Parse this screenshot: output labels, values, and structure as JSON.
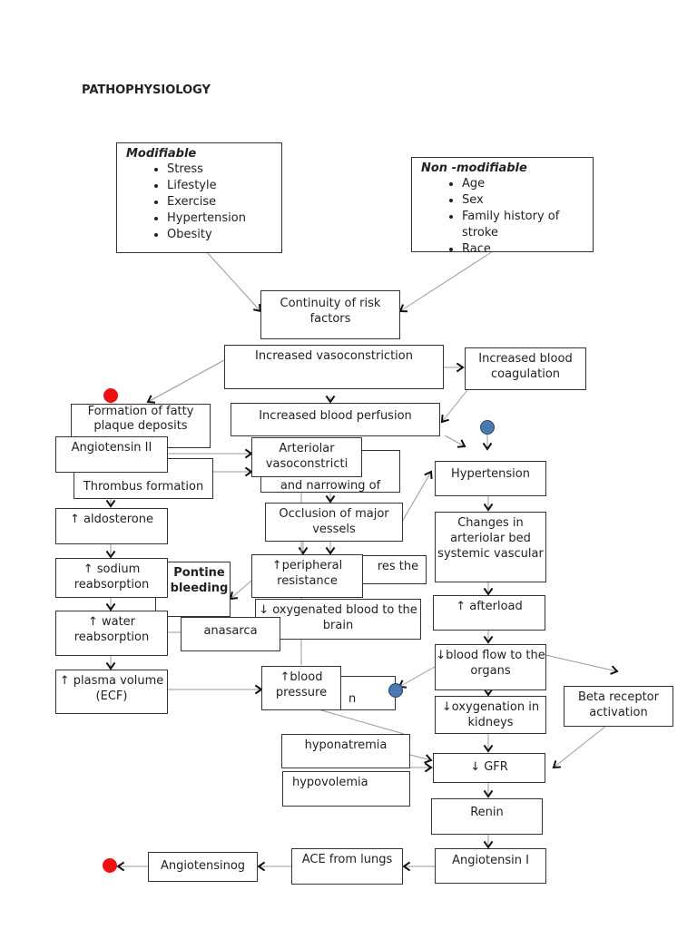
{
  "title": "PATHOPHYSIOLOGY",
  "modifiable": {
    "header": "Modifiable",
    "items": [
      "Stress",
      "Lifestyle",
      "Exercise",
      "Hypertension",
      "Obesity"
    ]
  },
  "non_modifiable": {
    "header": "Non -modifiable",
    "items": [
      "Age",
      "Sex",
      "Family history of stroke",
      "Race"
    ]
  },
  "nodes": {
    "continuity": "Continuity of risk factors",
    "vasoconstriction": "Increased vasoconstriction",
    "coagulation": "Increased blood coagulation",
    "fatty_plaque": "Formation of fatty plaque deposits",
    "perfusion": "Increased blood perfusion",
    "angiotensin2": "Angiotensin II",
    "thrombus": "Thrombus formation",
    "arteriolar": "Arteriolar vasoconstricti",
    "narrowing": "and narrowing of",
    "hypertension": "Hypertension",
    "occlusion": "Occlusion of major vessels",
    "aldosterone": "↑ aldosterone",
    "changes": "Changes in arteriolar bed systemic vascular",
    "sodium": "↑ sodium reabsorption",
    "pontine": "Pontine bleeding",
    "peripheral": "↑peripheral resistance",
    "res_the": "res the",
    "oxygenated": "↓ oxygenated blood to the brain",
    "afterload": "↑ afterload",
    "water": "↑ water reabsorption",
    "anasarca": "anasarca",
    "plasma": "↑ plasma volume (ECF)",
    "blood_flow": "↓blood flow to the organs",
    "blood_pressure": "↑blood pressure",
    "hidden_n": "n",
    "beta": "Beta receptor activation",
    "oxygenation_kidneys": "↓oxygenation in kidneys",
    "hyponatremia": "hyponatremia",
    "hypovolemia": "hypovolemia",
    "gfr": "↓ GFR",
    "renin": "Renin",
    "angiotensinogen": "Angiotensinog",
    "ace": "ACE from lungs",
    "angiotensin1": "Angiotensin I"
  },
  "colors": {
    "red_dot": "#ee1111",
    "blue_dot": "#4a78b0",
    "border": "#333333",
    "connector": "#999999"
  }
}
